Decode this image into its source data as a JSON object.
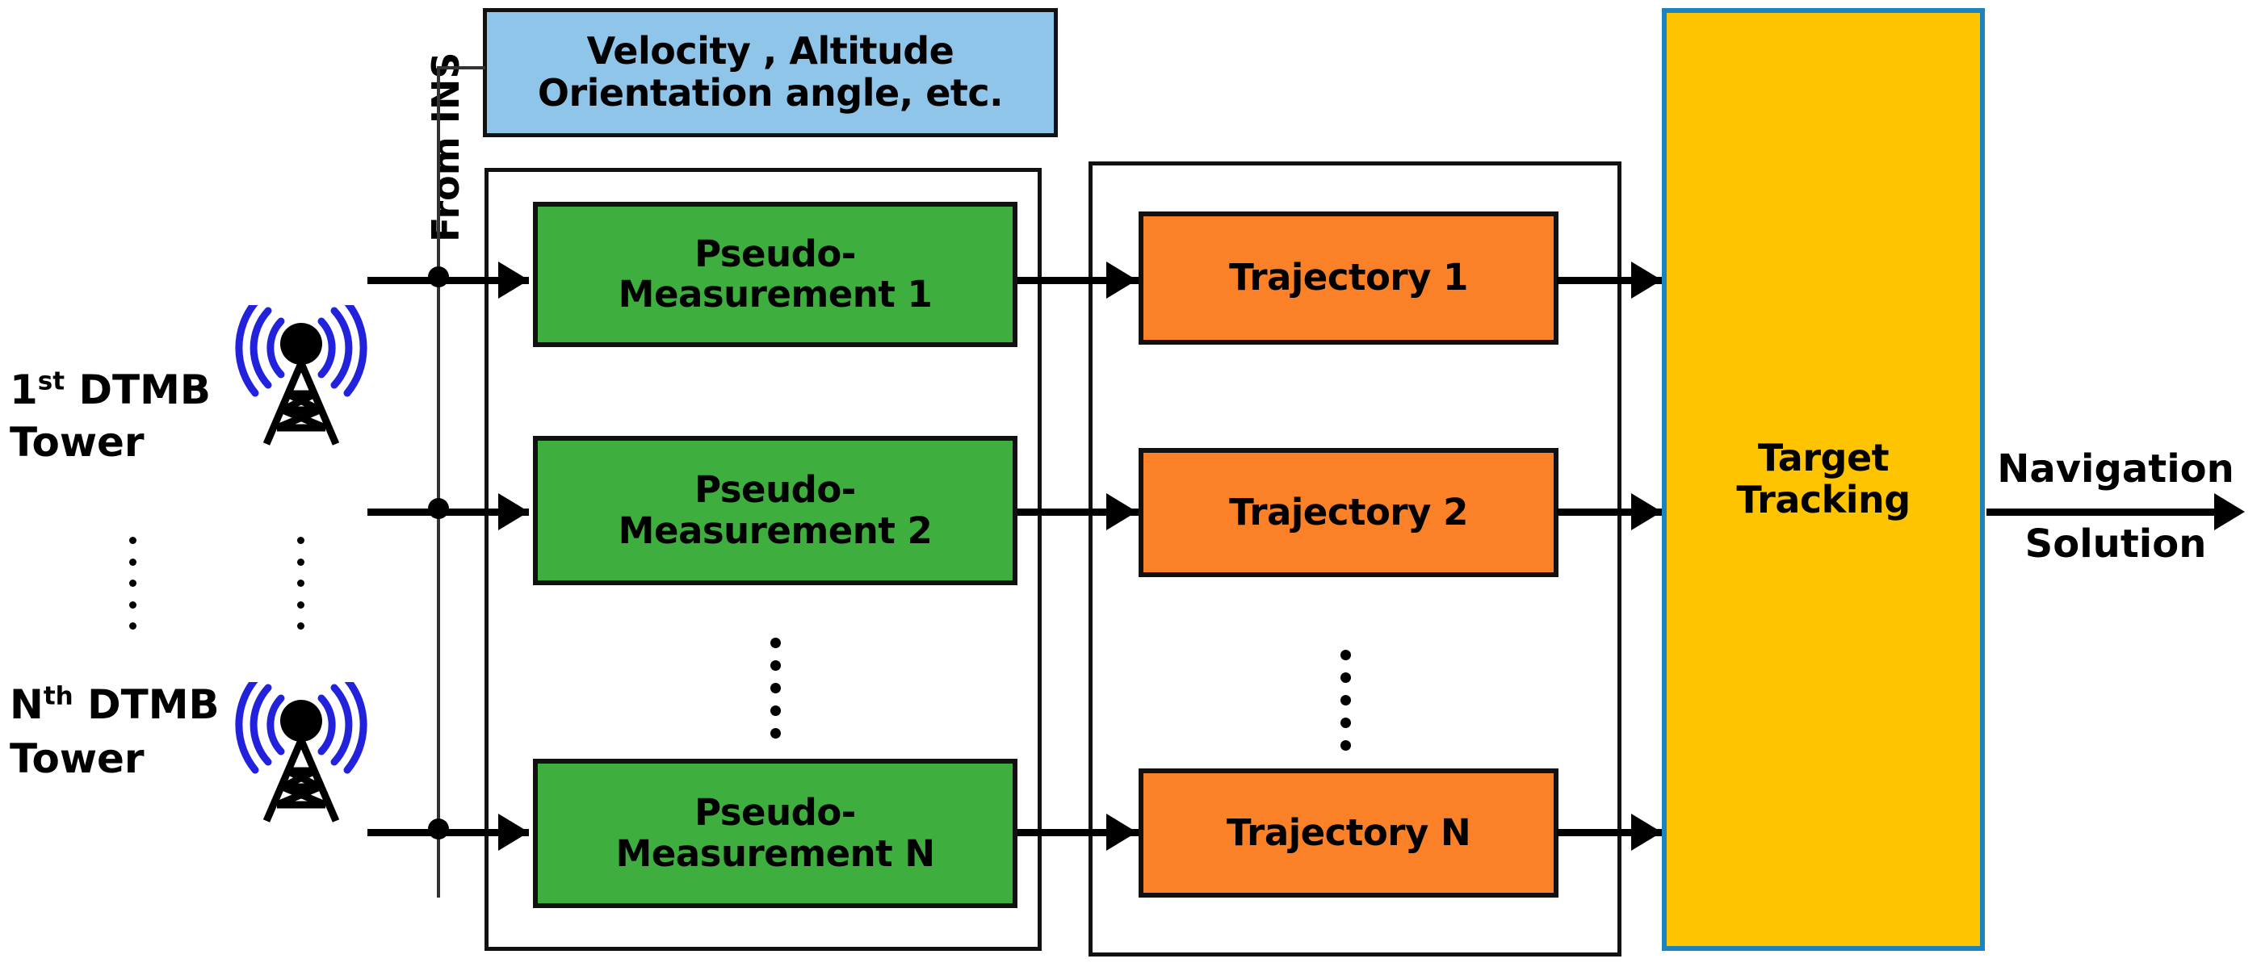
{
  "diagram": {
    "title": "DTMB tower pseudo-measurement target tracking block diagram",
    "colors": {
      "blue_block": "#8FC5E8",
      "green_block": "#3EAE3E",
      "orange_block": "#FA8128",
      "yellow_block": "#FEC400",
      "yellow_border": "#1C82C0",
      "wire": "#000000",
      "tower_waves": "#2222DD"
    }
  },
  "ins_input": {
    "source_label": "From INS",
    "data_block": {
      "line1": "Velocity , Altitude",
      "line2": "Orientation angle,  etc."
    }
  },
  "towers": [
    {
      "ordinal": "1",
      "suffix": "st",
      "name": "DTMB",
      "line2": "Tower"
    },
    {
      "ordinal": "N",
      "suffix": "th",
      "name": "DTMB",
      "line2": "Tower"
    }
  ],
  "pseudo_measurements": {
    "line1": "Pseudo-",
    "items": [
      {
        "line2": "Measurement 1"
      },
      {
        "line2": "Measurement 2"
      },
      {
        "line2": "Measurement N"
      }
    ]
  },
  "trajectories": {
    "items": [
      {
        "label": "Trajectory 1"
      },
      {
        "label": "Trajectory 2"
      },
      {
        "label": "Trajectory N"
      }
    ]
  },
  "target_tracking": {
    "line1": "Target",
    "line2": "Tracking"
  },
  "output": {
    "line1": "Navigation",
    "line2": "Solution"
  }
}
